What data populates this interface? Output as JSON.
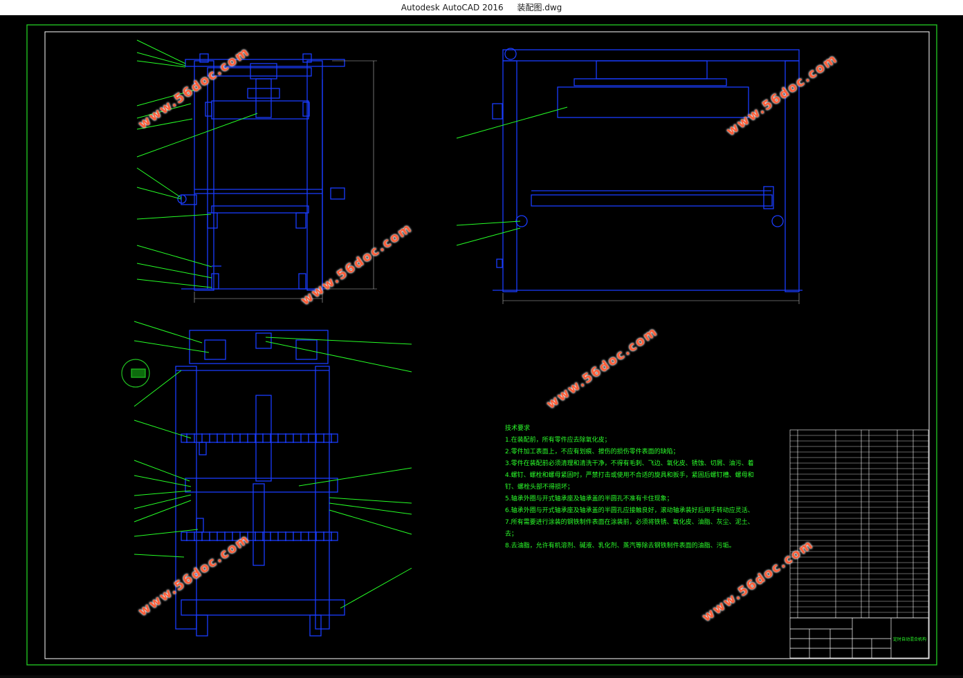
{
  "window": {
    "app_title": "Autodesk AutoCAD 2016",
    "file_name": "装配图.dwg"
  },
  "colors": {
    "background": "#000000",
    "frame": "#21c021",
    "drawing_lines": "#1a3cff",
    "leaders": "#26ff26",
    "watermark": "#ff5f3a"
  },
  "technical_requirements": {
    "heading": "技术要求",
    "items": [
      "1.在装配前，所有零件应去除氧化皮；",
      "2.零件加工表面上，不应有划痕、擦伤的损伤零件表面的缺陷；",
      "3.零件在装配前必须清理和清洗干净，不得有毛刺、飞边、氧化皮、锈蚀、切屑、油污、着色剂、灰尘等；",
      "4.螺钉、螺栓和螺母紧固时，严禁打击或使用不合适的旋具和扳手，紧固后螺钉槽、螺母和螺",
      "钉、螺栓头部不得损坏；",
      "5.轴承外圈与开式轴承座及轴承盖的半圆孔不准有卡住现象；",
      "6.轴承外圈与开式轴承座及轴承盖的半圆孔应接触良好，滚动轴承装好后用手转动应灵活、平稳；",
      "7.所有需要进行涂装的钢铁制件表面在涂装前，必须将铁锈、氧化皮、油脂、灰尘、泥土、盐、和污物等清除",
      "去；",
      "8.去油脂，允许有机溶剂、碱液、乳化剂、蒸汽等除去钢铁制件表面的油脂、污垢。"
    ]
  },
  "watermark": "www.56doc.com",
  "title_block": {
    "drawing_name": "定时自动混合机构"
  }
}
